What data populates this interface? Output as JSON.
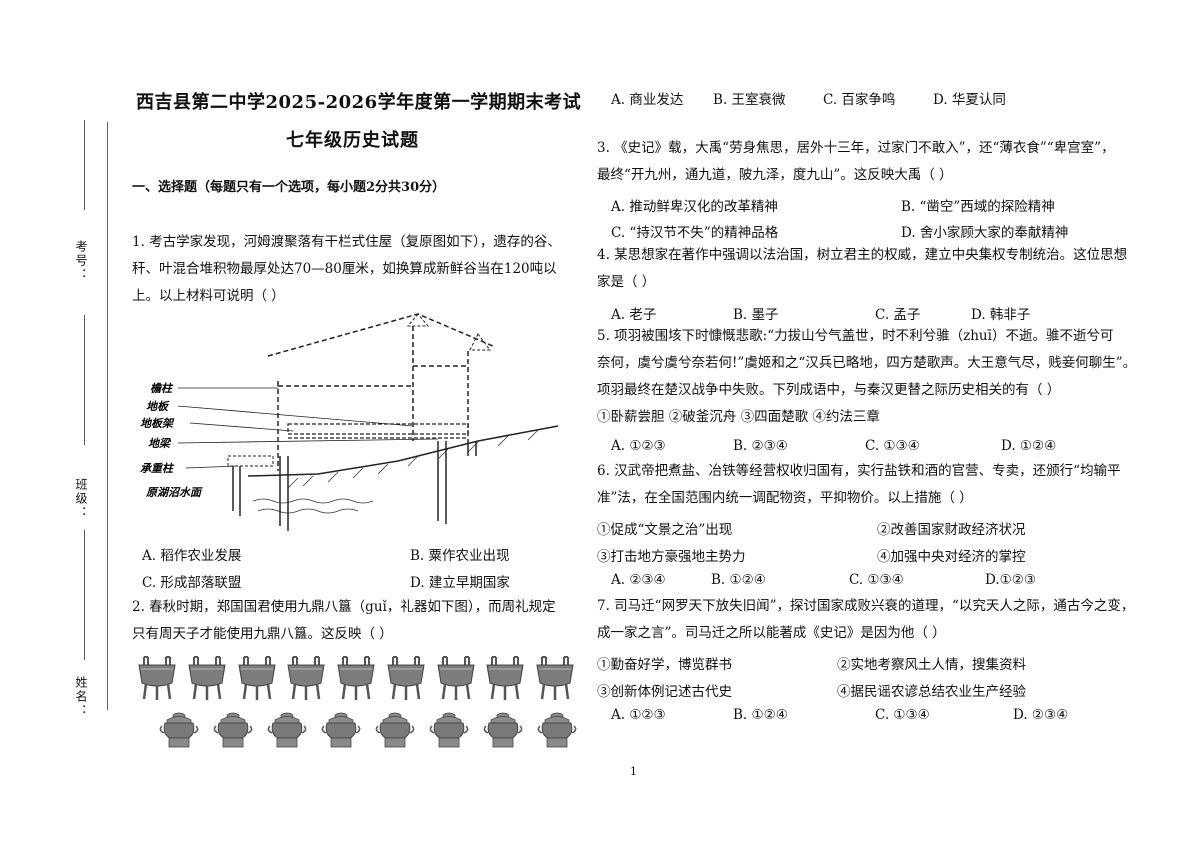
{
  "sidebar": {
    "kaohao_label": "考号：",
    "banji_label": "班级：",
    "xingming_label": "姓名："
  },
  "header": {
    "title": "西吉县第二中学2025-2026学年度第一学期期末考试",
    "subtitle": "七年级历史试题"
  },
  "section": {
    "title": "一、选择题（每题只有一个选项，每小题2分共30分）"
  },
  "q1": {
    "lines": [
      "1. 考古学家发现，河姆渡聚落有干栏式住屋（复原图如下），遗存的谷、",
      "秆、叶混合堆积物最厚处达70—80厘米，如换算成新鲜谷当在120吨以",
      "上。以上材料可说明（      ）"
    ],
    "figure_labels": [
      "檐柱",
      "地板",
      "地板架",
      "地梁",
      "承重柱",
      "原湖沼水面"
    ],
    "options": [
      "A.  稻作农业发展",
      "B.  粟作农业出现",
      "C.  形成部落联盟",
      "D.  建立早期国家"
    ]
  },
  "q2": {
    "lines": [
      "2. 春秋时期，郑国国君使用九鼎八簋（guǐ，礼器如下图），而周礼规定",
      "只有周天子才能使用九鼎八簋。这反映（        ）"
    ],
    "options": [
      "A.  商业发达",
      "B.  王室衰微",
      "C.  百家争鸣",
      "D.  华夏认同"
    ]
  },
  "q3": {
    "lines": [
      "3. 《史记》载，大禹“劳身焦思，居外十三年，过家门不敢入”，还“薄衣食”“卑宫室”，",
      "最终“开九州，通九道，陂九泽，度九山”。这反映大禹（      ）"
    ],
    "options": [
      "A.  推动鲜卑汉化的改革精神",
      "B.  “凿空”西域的探险精神",
      "C.  “持汉节不失”的精神品格",
      "D.  舍小家顾大家的奉献精神"
    ]
  },
  "q4": {
    "lines": [
      "4. 某思想家在著作中强调以法治国，树立君主的权威，建立中央集权专制统治。这位思想",
      "家是（      ）"
    ],
    "options": [
      "A.  老子",
      "B.  墨子",
      "C.  孟子",
      "D.  韩非子"
    ]
  },
  "q5": {
    "lines": [
      "5. 项羽被围垓下时慷慨悲歌:“力拔山兮气盖世，时不利兮骓（zhuī）不逝。骓不逝兮可",
      "奈何，虞兮虞兮奈若何!”虞姬和之“汉兵已略地，四方楚歌声。大王意气尽，贱妾何聊生”。",
      "项羽最终在楚汉战争中失败。下列成语中，与秦汉更替之际历史相关的有（      ）",
      "①卧薪尝胆 ②破釜沉舟 ③四面楚歌 ④约法三章"
    ],
    "options": [
      "A.  ①②③",
      "B.  ②③④",
      "C.  ①③④",
      "D.  ①②④"
    ]
  },
  "q6": {
    "lines": [
      "6. 汉武帝把煮盐、冶铁等经营权收归国有，实行盐铁和酒的官营、专卖，还颁行“均输平",
      "准”法，在全国范围内统一调配物资，平抑物价。以上措施（      ）"
    ],
    "items": [
      "①促成“文景之治”出现",
      "②改善国家财政经济状况",
      "③打击地方豪强地主势力",
      "④加强中央对经济的掌控"
    ],
    "options": [
      "A.  ②③④",
      "B.  ①②④",
      "C.  ①③④",
      "D.①②③"
    ]
  },
  "q7": {
    "lines": [
      "7. 司马迁“网罗天下放失旧闻”，探讨国家成败兴衰的道理，“以究天人之际，通古今之变，",
      "成一家之言”。司马迁之所以能著成《史记》是因为他（      ）"
    ],
    "items": [
      "①勤奋好学，博览群书",
      "②实地考察风土人情，搜集资料",
      "③创新体例记述古代史",
      "④据民谣农谚总结农业生产经验"
    ],
    "options": [
      "A.  ①②③",
      "B.  ①②④",
      "C.  ①③④",
      "D.  ②③④"
    ]
  },
  "footer": {
    "page": "1"
  }
}
